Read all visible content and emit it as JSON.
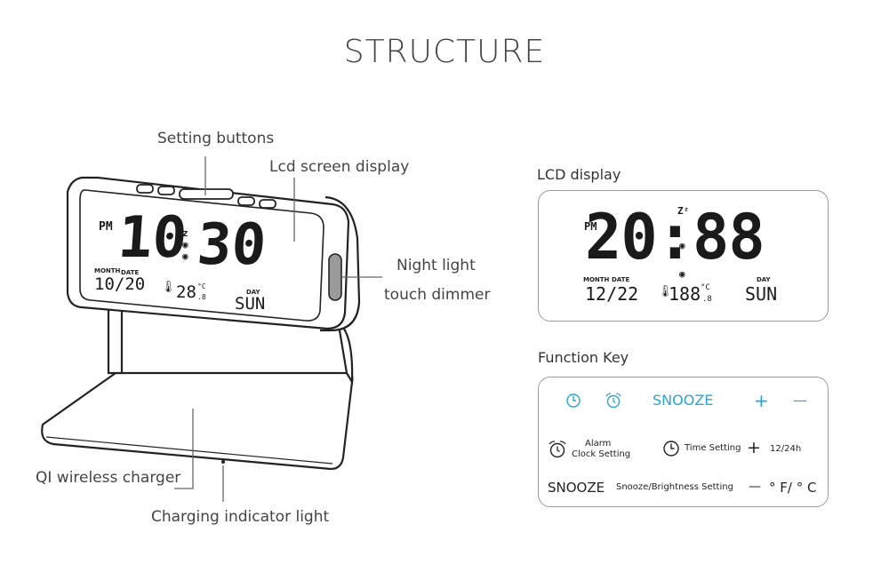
{
  "title": "STRUCTURE",
  "callouts": {
    "setting_buttons": "Setting buttons",
    "lcd_screen": "Lcd screen display",
    "night_light_1": "Night light",
    "night_light_2": "touch dimmer",
    "qi_charger": "QI wireless charger",
    "charging_light": "Charging indicator light"
  },
  "clock_display": {
    "pm": "PM",
    "time_hours": "10",
    "time_minutes": "30",
    "month_label": "MONTH",
    "date_label": "DATE",
    "date": "10/20",
    "temperature": "28",
    "temp_unit": "°C",
    "temp_decimal": ".8",
    "day_label": "DAY",
    "day": "SUN"
  },
  "lcd_panel": {
    "label": "LCD display",
    "pm": "PM",
    "zz": "Zᶻ",
    "time": "20:88",
    "month_label": "MONTH",
    "date_label": "DATE",
    "date": "12/22",
    "temperature": "188",
    "temp_unit": "°C",
    "temp_decimal": ".8",
    "day_label": "DAY",
    "day": "SUN"
  },
  "function_key": {
    "label": "Function Key",
    "top_snooze": "SNOOZE",
    "top_plus": "+",
    "top_minus": "—",
    "alarm_line1": "Alarm",
    "alarm_line2": "Clock Setting",
    "time_setting": "Time Setting",
    "plus_symbol": "+",
    "plus_text": "12/24h",
    "snooze": "SNOOZE",
    "snooze_desc": "Snooze/Brightness Setting",
    "minus_symbol": "—",
    "minus_text": "° F/ ° C"
  },
  "colors": {
    "accent": "#2aa3d6",
    "outline": "#222222",
    "panel_border": "#9a9a9a"
  }
}
